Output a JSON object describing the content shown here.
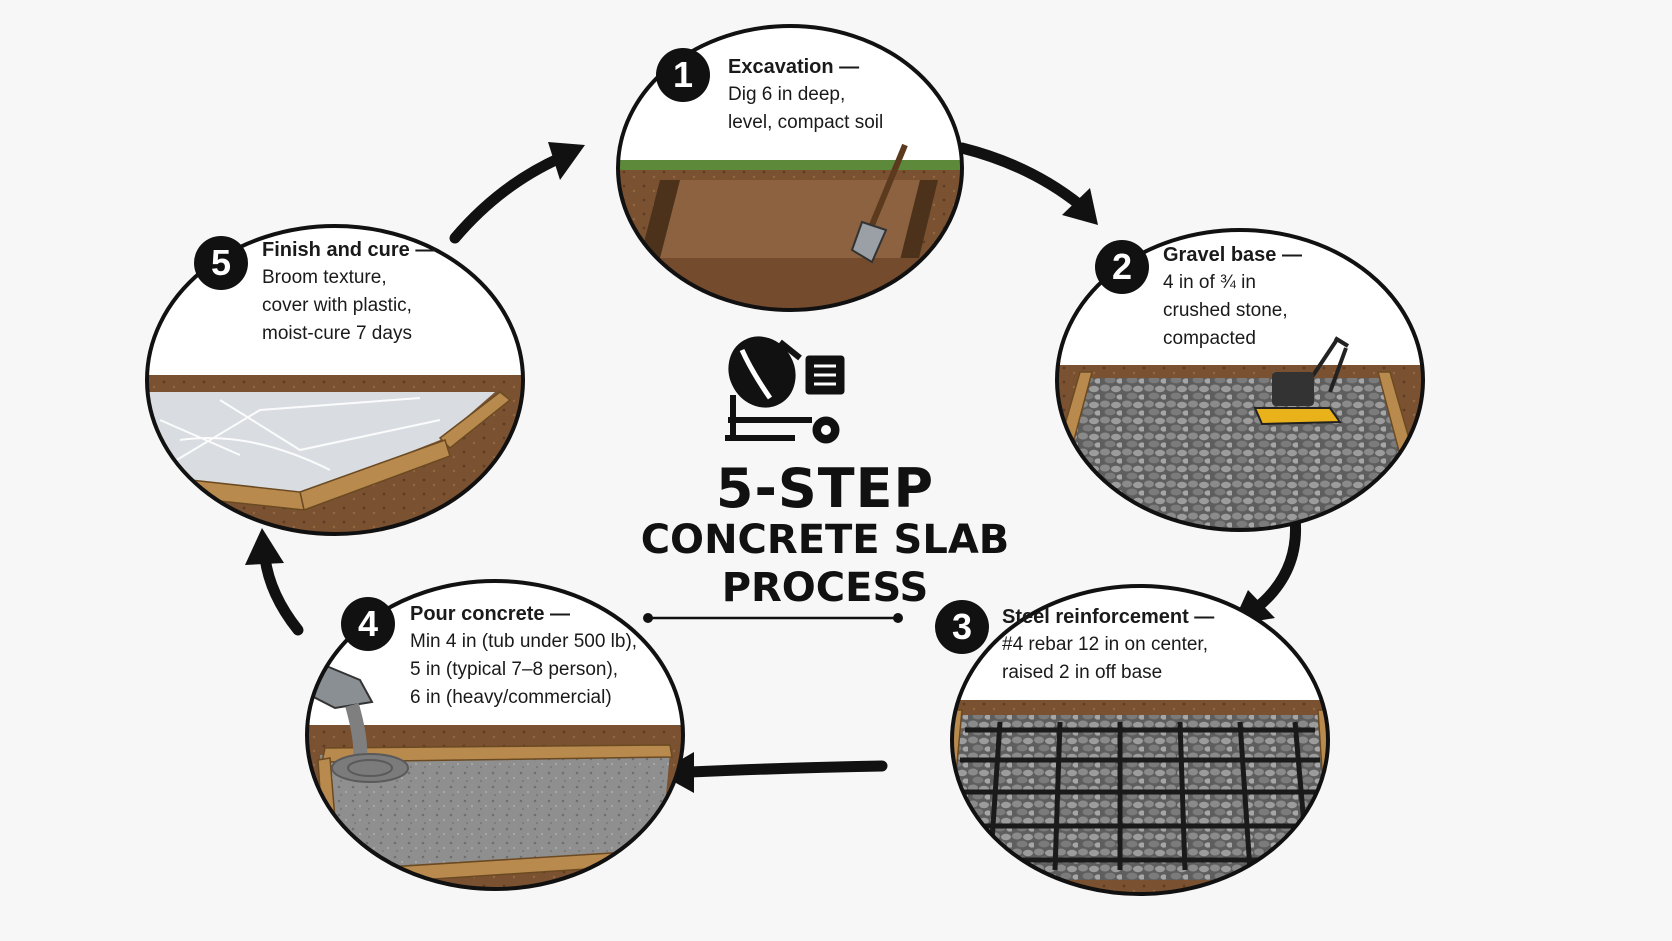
{
  "title": {
    "line1": "5-STEP",
    "line2": "CONCRETE SLAB",
    "line3": "PROCESS"
  },
  "steps": [
    {
      "number": "1",
      "title": "Excavation —",
      "lines": [
        "Dig 6 in deep,",
        "level, compact soil"
      ],
      "illustration": "excavated-pit-with-shovel"
    },
    {
      "number": "2",
      "title": "Gravel base —",
      "lines": [
        "4 in of ¾ in",
        "crushed stone,",
        "compacted"
      ],
      "illustration": "gravel-with-plate-compactor"
    },
    {
      "number": "3",
      "title": "Steel reinforcement —",
      "lines": [
        "#4 rebar 12 in on center,",
        "raised 2 in off base"
      ],
      "illustration": "rebar-grid-on-gravel"
    },
    {
      "number": "4",
      "title": "Pour concrete —",
      "lines": [
        "Min 4 in (tub under 500 lb),",
        "5 in (typical 7–8 person),",
        "6 in (heavy/commercial)"
      ],
      "illustration": "concrete-chute-pouring"
    },
    {
      "number": "5",
      "title": "Finish and cure —",
      "lines": [
        "Broom texture,",
        "cover with plastic,",
        "moist-cure 7 days"
      ],
      "illustration": "slab-covered-with-plastic"
    }
  ],
  "icons": {
    "center": "concrete-mixer-icon",
    "flow": "cycle-arrow-icon"
  },
  "colors": {
    "ink": "#111111",
    "background": "#f7f7f7",
    "soil": "#7a5232",
    "grass": "#5d8a3a",
    "gravel": "#6e6e6e",
    "concrete": "#8c8c8c",
    "wood": "#b98a4e",
    "compactor": "#e9b21a"
  }
}
